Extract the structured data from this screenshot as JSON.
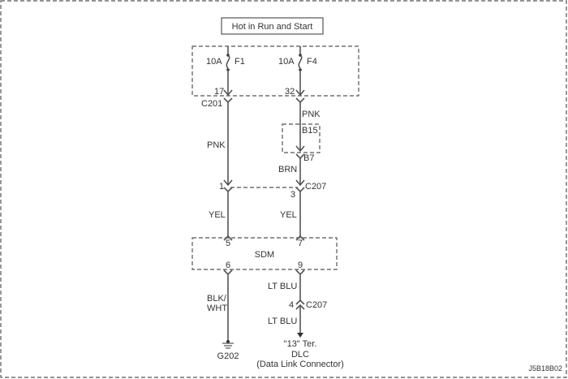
{
  "diagram": {
    "title": "Hot in Run and Start",
    "fuses": [
      {
        "rating": "10A",
        "name": "F1",
        "terminal": "17"
      },
      {
        "rating": "10A",
        "name": "F4",
        "terminal": "32"
      }
    ],
    "connectors": {
      "c201": "C201",
      "b15": "B15",
      "b7": "B7",
      "c207_upper": "C207",
      "c207_lower": "C207",
      "c207_pin_left": "1",
      "c207_pin_right": "3",
      "c207_pin_lower": "4"
    },
    "wires": {
      "left_upper": "PNK",
      "right_upper": "PNK",
      "right_mid": "BRN",
      "left_yel": "YEL",
      "right_yel": "YEL",
      "left_ground": "BLK/",
      "left_ground_2": "WHT",
      "right_lt_blu_upper": "LT BLU",
      "right_lt_blu_lower": "LT BLU"
    },
    "module": {
      "name": "SDM",
      "pins": {
        "in_left": "5",
        "in_right": "7",
        "out_left": "6",
        "out_right": "9"
      }
    },
    "ground": {
      "name": "G202"
    },
    "destination": {
      "line1": "\"13\" Ter.",
      "line2": "DLC",
      "line3": "(Data Link Connector)"
    },
    "figure_id": "J5B18B02"
  }
}
